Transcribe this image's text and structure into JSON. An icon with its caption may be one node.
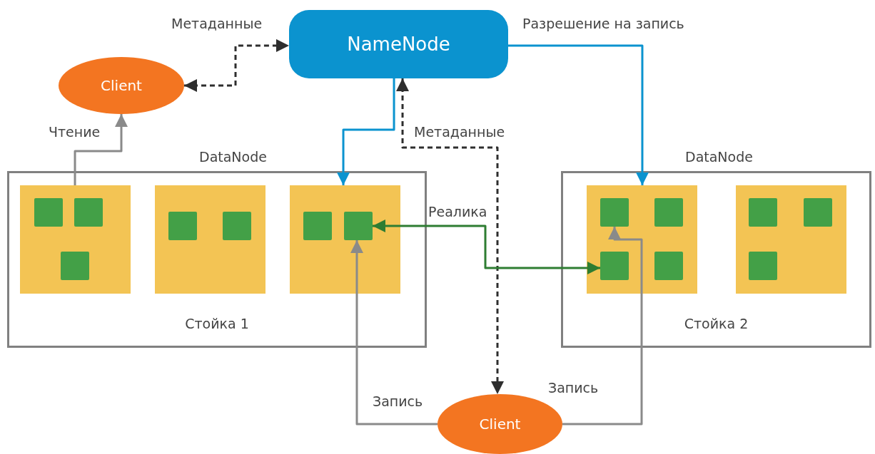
{
  "diagram": {
    "nodes": [
      {
        "text": [
          "NameNode"
        ]
      },
      {
        "text": [
          "Client"
        ]
      },
      {
        "text": [
          "DataNode",
          "Стойка 1"
        ]
      },
      {
        "text": [],
        "shape": "box",
        "in": 2
      },
      {
        "text": [],
        "shape": "box",
        "in": 3
      },
      {
        "text": [],
        "shape": "box",
        "in": 3
      },
      {
        "text": [],
        "shape": "box",
        "in": 3
      },
      {
        "text": [],
        "shape": "box",
        "in": 2
      },
      {
        "text": [],
        "shape": "box",
        "in": 7
      },
      {
        "text": [],
        "shape": "box",
        "in": 7
      },
      {
        "text": [],
        "shape": "box",
        "in": 2
      },
      {
        "text": [],
        "shape": "box",
        "in": 10
      },
      {
        "text": [],
        "shape": "box",
        "in": 10
      },
      {
        "text": [
          "DataNode",
          "Стойка 2"
        ]
      },
      {
        "text": [],
        "shape": "box",
        "in": 13
      },
      {
        "text": [],
        "shape": "box",
        "in": 14
      },
      {
        "text": [],
        "shape": "box",
        "in": 14
      },
      {
        "text": [],
        "shape": "box",
        "in": 14
      },
      {
        "text": [],
        "shape": "box",
        "in": 14
      },
      {
        "text": [],
        "shape": "box",
        "in": 13
      },
      {
        "text": [],
        "shape": "box",
        "in": 19
      },
      {
        "text": [],
        "shape": "box",
        "in": 19
      },
      {
        "text": [],
        "shape": "box",
        "in": 19
      },
      {
        "text": [
          "Client"
        ]
      }
    ],
    "edges": [
      {
        "from": 1,
        "to": 0,
        "arrow": "both",
        "label": "Метаданные",
        "style": "dashed",
        "color": "#2e2e2e"
      },
      {
        "from": 0,
        "to": 10,
        "arrow": "to",
        "color": "#0b93cf"
      },
      {
        "from": 0,
        "to": 23,
        "arrow": "both",
        "label": "Метаданные",
        "style": "dashed",
        "color": "#2e2e2e"
      },
      {
        "from": 0,
        "to": 14,
        "arrow": "to",
        "label": "Разрешение на запись",
        "color": "#0b93cf"
      },
      {
        "from": 3,
        "to": 1,
        "arrow": "to",
        "label": "Чтение"
      },
      {
        "from": 12,
        "to": 17,
        "arrow": "both",
        "label": "Реалика",
        "color": "#2e7d32"
      },
      {
        "from": 23,
        "to": 12,
        "arrow": "to",
        "label": "Запись"
      },
      {
        "from": 23,
        "to": 15,
        "arrow": "to",
        "label": "Запись"
      }
    ]
  }
}
